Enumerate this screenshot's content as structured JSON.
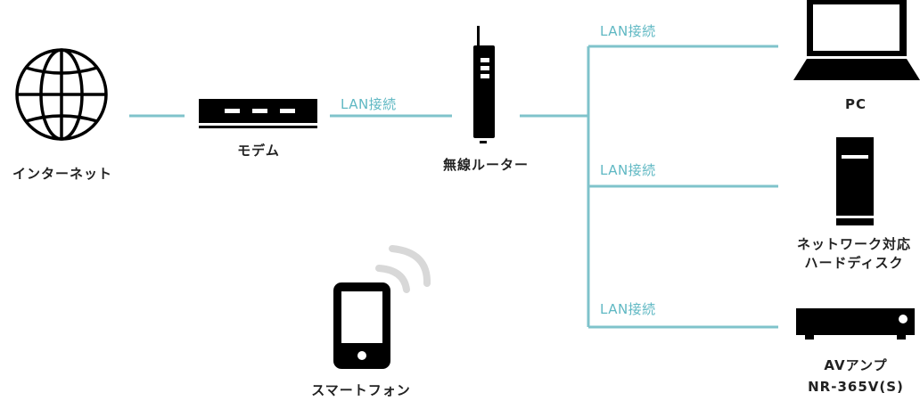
{
  "colors": {
    "line": "#7fc3cb",
    "label_lan": "#5fb8c3",
    "device": "#000000",
    "wifi": "#d8d8d8"
  },
  "nodes": {
    "internet": {
      "label": "インターネット",
      "icon": "globe-icon"
    },
    "modem": {
      "label": "モデム",
      "icon": "modem-icon"
    },
    "router": {
      "label": "無線ルーター",
      "icon": "router-icon"
    },
    "pc": {
      "label": "PC",
      "icon": "laptop-icon"
    },
    "nas": {
      "label_line1": "ネットワーク対応",
      "label_line2": "ハードディスク",
      "icon": "hard-disk-icon"
    },
    "amp": {
      "label_line1": "AVアンプ",
      "label_line2": "NR-365V(S)",
      "icon": "av-amp-icon"
    },
    "smartphone": {
      "label": "スマートフォン",
      "icon": "smartphone-icon"
    }
  },
  "connections": {
    "modem_router": "LAN接続",
    "router_pc": "LAN接続",
    "router_nas": "LAN接続",
    "router_amp": "LAN接続"
  }
}
